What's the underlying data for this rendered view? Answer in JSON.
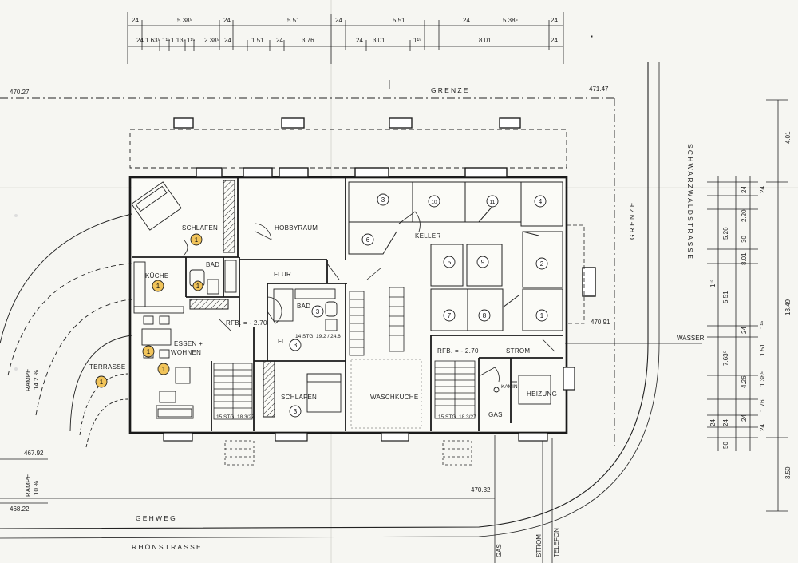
{
  "dimensions_top": {
    "row1": [
      "24",
      "5.38⁵",
      "24",
      "5.51",
      "24",
      "5.51",
      "24",
      "5.38⁵",
      "24"
    ],
    "row2": [
      "24",
      "1.63⁵",
      "1¹⁵",
      "1.13⁵",
      "1¹⁵",
      "2.38⁵",
      "24",
      "1.51",
      "24",
      "3.76",
      "24",
      "3.01",
      "1¹⁵",
      "8.01",
      "24"
    ]
  },
  "dimensions_right": {
    "col1": [
      "4.01",
      "13.49",
      "3.50"
    ],
    "col2": [
      "24",
      "5.26",
      "5.51",
      "1¹⁵",
      "7.63⁵",
      "24",
      "50"
    ],
    "col3": [
      "2.20",
      "30",
      "8.01",
      "24",
      "1¹⁵",
      "1.51",
      "4.26",
      "1.38⁵",
      "1.76",
      "24",
      "24"
    ],
    "col4": [
      "24",
      "24"
    ]
  },
  "elevations": {
    "top_left": "470.27",
    "top_right": "471.47",
    "right_mid": "470.91",
    "bottom_mid": "470.32",
    "left_1": "467.92",
    "left_2": "468.22",
    "rfb_left": "RFB. = - 2.70",
    "rfb_right": "RFB. = - 2.70"
  },
  "labels": {
    "grenze_top": "GRENZE",
    "grenze_right": "GRENZE",
    "street_right": "SCHWARZWALDSTRASSE",
    "gehweg": "GEHWEG",
    "street_bottom": "RHÖNSTRASSE",
    "wasser": "WASSER",
    "rampe_1": "RAMPE",
    "rampe_1_val": "14.2 %",
    "rampe_2": "RAMPE",
    "rampe_2_val": "10 %",
    "gas_util": "GAS",
    "strom_util": "STROM",
    "telefon_util": "TELEFON"
  },
  "rooms": {
    "schlafen_1": "SCHLAFEN",
    "hobbyraum": "HOBBYRAUM",
    "keller": "KELLER",
    "bad_1": "BAD",
    "kueche": "KÜCHE",
    "flur": "FLUR",
    "bad_2": "BAD",
    "essen": "ESSEN +",
    "wohnen": "WOHNEN",
    "terrasse": "TERRASSE",
    "stg_1": "14 STG. 19.2 / 24.6",
    "stg_2": "15 STG. 18.3/27",
    "stg_3": "15 STG. 18.3/27",
    "schlafen_2": "SCHLAFEN",
    "waschkueche": "WASCHKÜCHE",
    "strom": "STROM",
    "kamin": "KAMIN",
    "heizung": "HEIZUNG",
    "gas": "GAS",
    "fl": "Fl"
  },
  "markers": {
    "schlafen_1": "1",
    "kueche": "1",
    "bad_1": "1",
    "essen_a": "1",
    "essen_b": "1",
    "terrasse": "1",
    "bad_2": "3",
    "flur_2": "3",
    "schlafen_2": "3",
    "k3": "3",
    "k10": "10",
    "k11": "11",
    "k4": "4",
    "k6": "6",
    "k5": "5",
    "k9": "9",
    "k2": "2",
    "k7": "7",
    "k8": "8",
    "k1": "1"
  },
  "colors": {
    "ink": "#1a1a1a",
    "paper": "#f6f6f2",
    "marker_fill": "#f1c45a"
  }
}
